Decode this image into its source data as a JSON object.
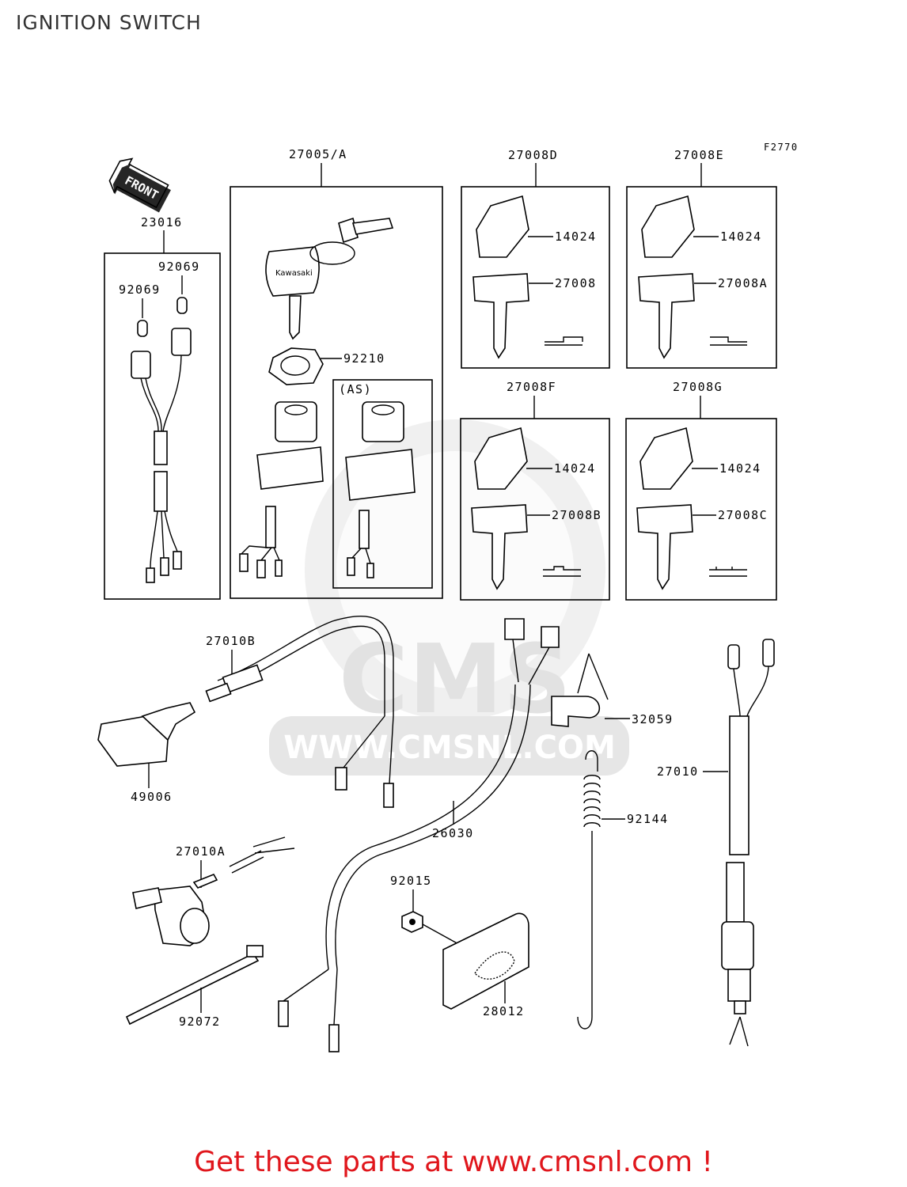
{
  "title": "IGNITION SWITCH",
  "figure_code": "F2770",
  "front_label": "FRONT",
  "watermark": {
    "brand": "CMS",
    "site": "WWW.CMSNL.COM"
  },
  "footer": {
    "text": "Get these parts at www.cmsnl.com !",
    "color": "#e0161c"
  },
  "callouts": {
    "c27005A": "27005/A",
    "c27008D": "27008D",
    "c27008E": "27008E",
    "c27008F": "27008F",
    "c27008G": "27008G",
    "c23016": "23016",
    "c92069a": "92069",
    "c92069b": "92069",
    "c92210": "92210",
    "cAS": "(AS)",
    "c14024a": "14024",
    "c14024b": "14024",
    "c14024c": "14024",
    "c14024d": "14024",
    "c27008": "27008",
    "c27008A": "27008A",
    "c27008B": "27008B",
    "c27008C": "27008C",
    "c27010B": "27010B",
    "c49006": "49006",
    "c27010A": "27010A",
    "c92072": "92072",
    "c26030": "26030",
    "c92015": "92015",
    "c28012": "28012",
    "c32059": "32059",
    "c92144": "92144",
    "c27010": "27010"
  }
}
